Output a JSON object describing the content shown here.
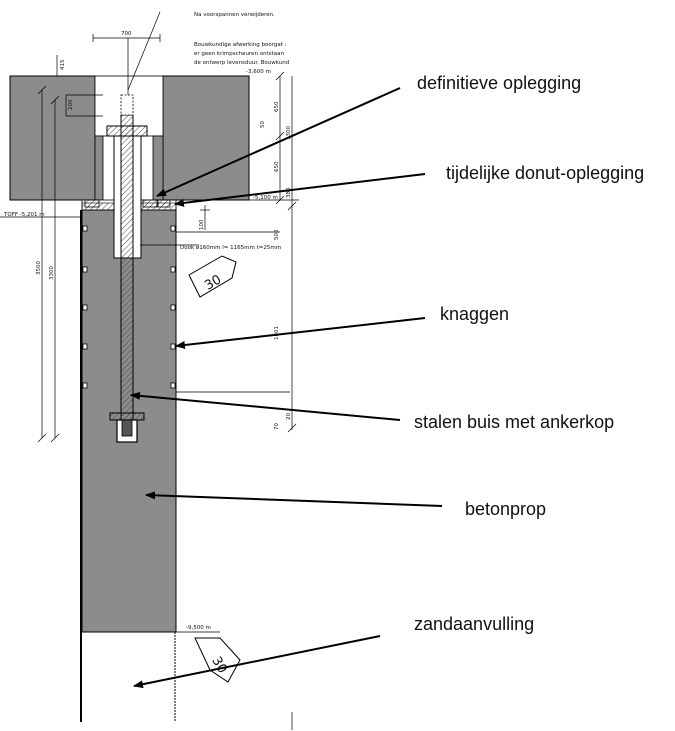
{
  "colors": {
    "concrete": "#8c8c8c",
    "line": "#000000",
    "hatch": "#555555"
  },
  "callouts": {
    "definitieve_oplegging": "definitieve oplegging",
    "tijdelijke_donut": "tijdelijke donut-oplegging",
    "knaggen": "knaggen",
    "stalen_buis": "stalen buis met ankerkop",
    "betonprop": "betonprop",
    "zandaanvulling": "zandaanvulling"
  },
  "notes": {
    "line1": "Na voorspannen verwijderen.",
    "line2": "Bouwkundige afwerking boorgat :",
    "line3": "er geen krimpscheuren ontstaan",
    "line4": "de ontwerp levensduur. Bouwkund",
    "level_top": "-3,600 m",
    "level_mid": "-5,100 m",
    "level_left": "TOFF -5,201 m",
    "level_bottom": "-9,500 m",
    "dook": "Dook ø160mm l= 1165mm t=25mm"
  },
  "dimensions": {
    "d700": "700",
    "d415": "415",
    "d200": "200",
    "d3500": "3500",
    "d3300": "3300",
    "d650a": "650",
    "d1300": "1300",
    "d650b": "650",
    "d50": "50",
    "d380": "380",
    "d100": "100",
    "d500": "500",
    "d1801": "1801",
    "d70": "70",
    "d20": "20"
  },
  "section_tags": {
    "upper": "30",
    "lower": "30"
  }
}
